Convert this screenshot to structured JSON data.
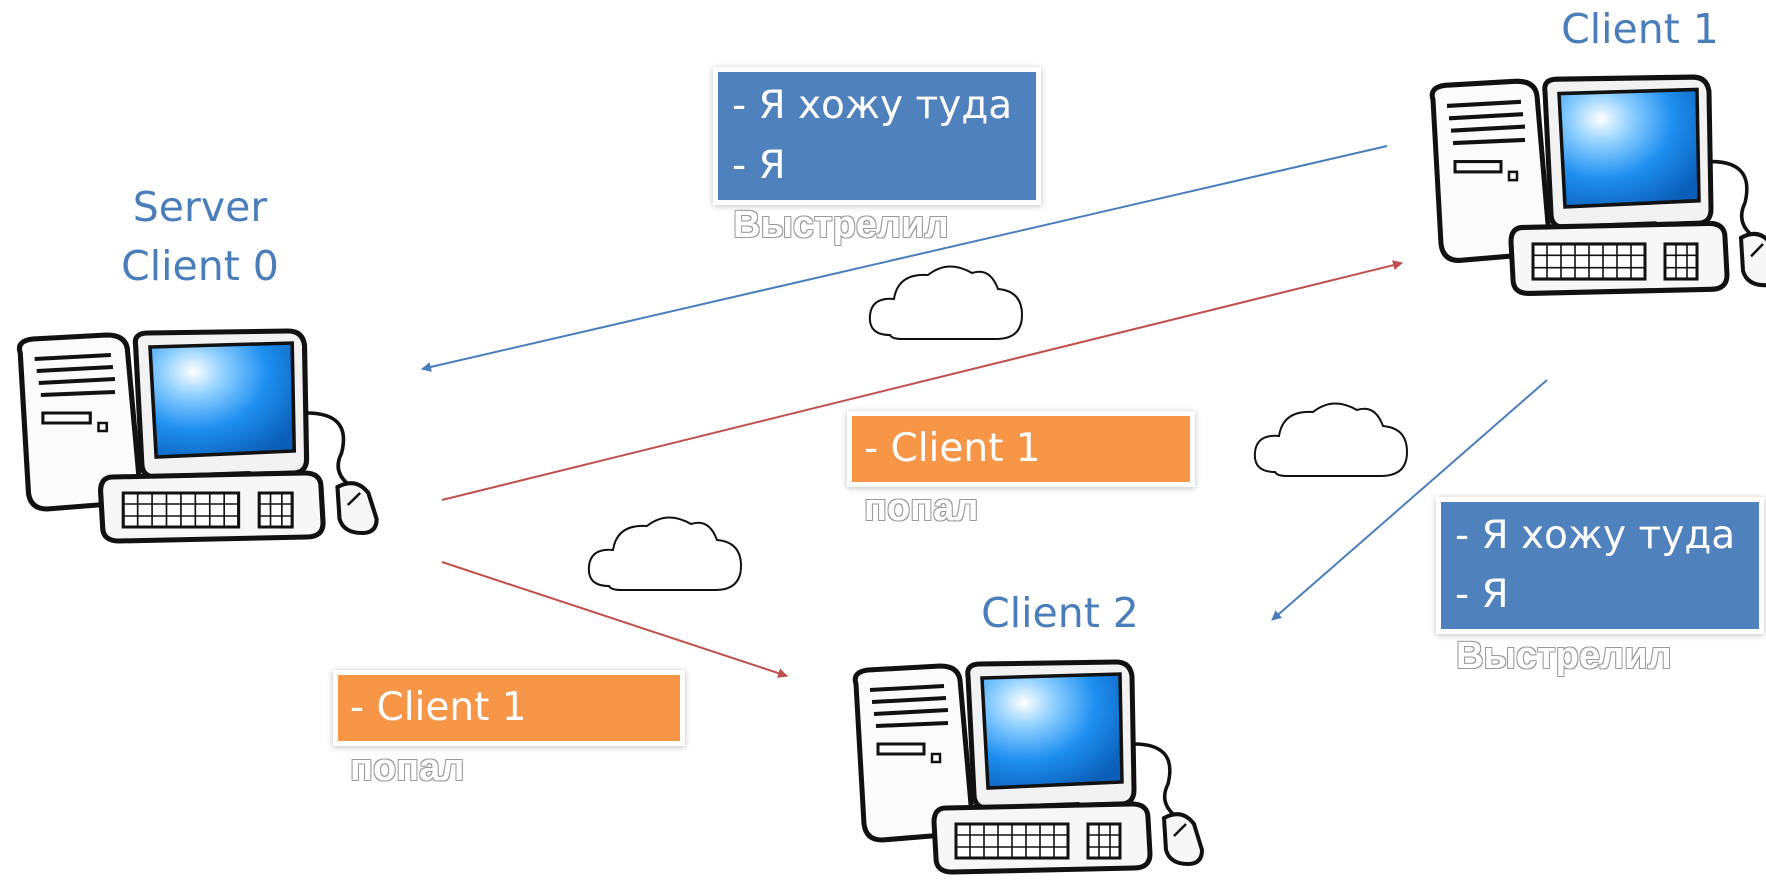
{
  "nodes": {
    "server_line1": "Server",
    "server_line2": "Client 0",
    "client1": "Client 1",
    "client2": "Client 2"
  },
  "messages": {
    "top_blue": {
      "line1": "- Я хожу туда",
      "line2": "- Я",
      "overflow": "Выстрелил"
    },
    "right_blue": {
      "line1": "- Я хожу туда",
      "line2": "- Я",
      "overflow": "Выстрелил"
    },
    "middle_orange": {
      "line1": "- Client 1",
      "overflow": "попал"
    },
    "bottom_orange": {
      "line1": "- Client 1",
      "overflow": "попал"
    }
  },
  "colors": {
    "label": "#4a7ebb",
    "blue_box": "#4f81bd",
    "orange_box": "#f79646",
    "blue_arrow": "#4a7ebb",
    "red_arrow": "#c0504d"
  },
  "icons": [
    "computer-icon",
    "cloud-icon"
  ]
}
